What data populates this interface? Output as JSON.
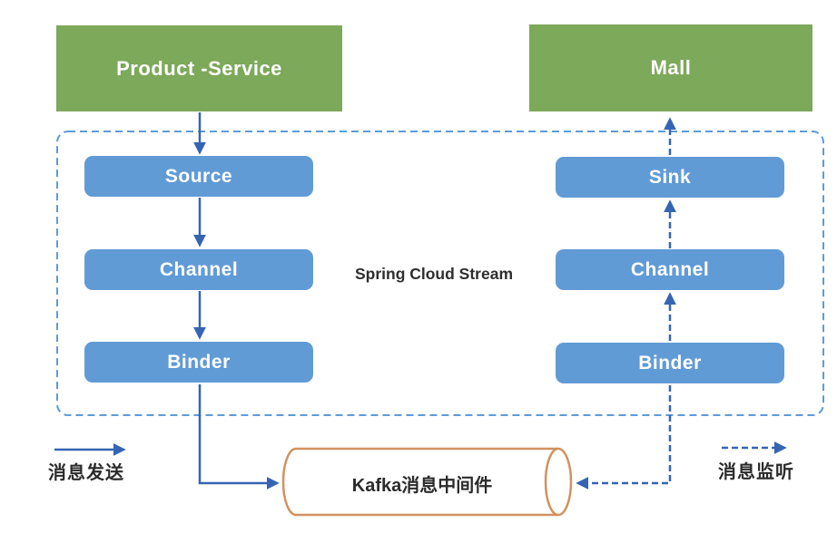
{
  "apps": {
    "producer_box": "Product -Service",
    "consumer_box": "Mall"
  },
  "stream": {
    "label": "Spring Cloud Stream",
    "producer_pipeline": [
      "Source",
      "Channel",
      "Binder"
    ],
    "consumer_pipeline": [
      "Sink",
      "Channel",
      "Binder"
    ]
  },
  "middleware": {
    "label": "Kafka消息中间件"
  },
  "legend": {
    "send_label": "消息发送",
    "listen_label": "消息监听"
  },
  "colors": {
    "app_green": "#7CA95A",
    "node_blue": "#619BD6",
    "arrow_blue": "#3565B2",
    "boundary_dash_blue": "#5D9BD9",
    "cylinder_orange": "#D2925E",
    "text_dark": "#2B2B2B",
    "text_light": "#FFFFFF"
  }
}
